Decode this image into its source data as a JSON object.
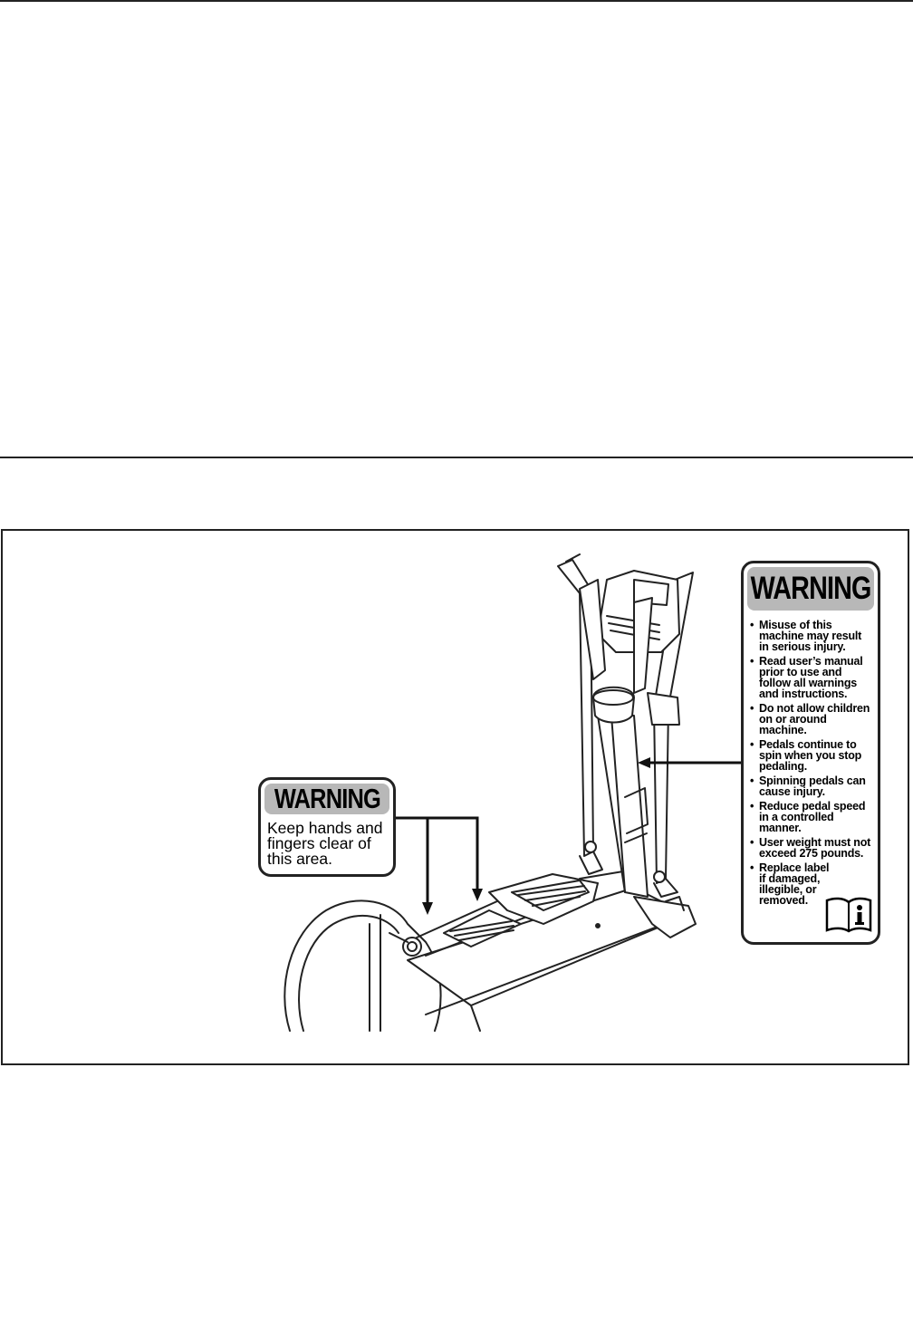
{
  "small_label": {
    "heading": "WARNING",
    "lines": [
      "Keep hands and",
      "fingers clear of",
      "this area."
    ]
  },
  "big_label": {
    "heading": "WARNING",
    "bullets": [
      "Misuse of this machine may result in serious injury.",
      "Read user’s manual prior to use and follow all warnings and instructions.",
      "Do not allow children on or around machine.",
      "Pedals continue to spin when you stop pedaling.",
      "Spinning pedals can cause injury.",
      "Reduce pedal speed in a controlled manner.",
      "User weight must not exceed 275 pounds.",
      "Replace label if damaged, illegible, or removed."
    ],
    "icon": "manual-info-icon"
  },
  "colors": {
    "label_header_fill": "#b8b8b8",
    "line_art": "#222222"
  }
}
